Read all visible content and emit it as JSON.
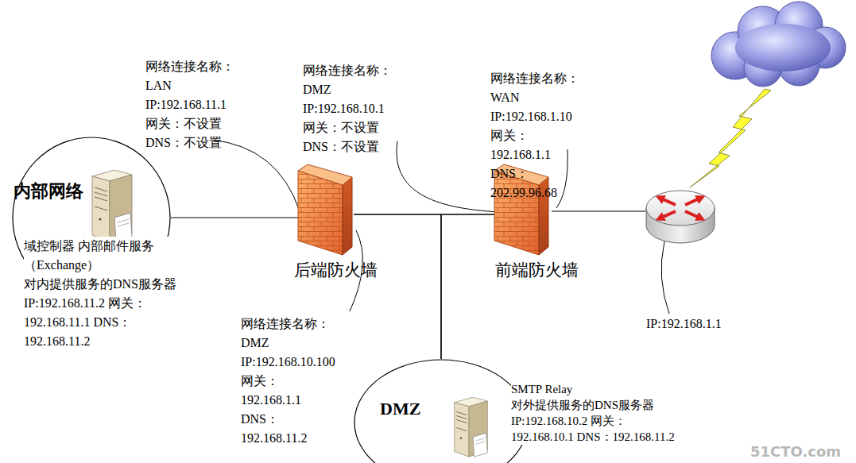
{
  "diagram": {
    "nodes": [
      {
        "text": [
          "内部网络",
          "域控制器 内部邮件服务（Exchange） 对内提供服务的DNS服务器 IP:192.168.11.2 网关：192.168.11.1 DNS：192.168.11.2"
        ]
      },
      {
        "text": [
          "后端防火墙"
        ]
      },
      {
        "text": [
          "前端防火墙"
        ]
      },
      {
        "text": [
          "IP:192.168.1.1"
        ]
      },
      {
        "text": [
          "DMZ",
          "SMTP Relay 对外提供服务的DNS服务器 IP:192.168.10.2 网关：192.168.10.1 DNS：192.168.11.2"
        ]
      }
    ],
    "edges": [
      {
        "from": 0,
        "to": 1,
        "arrow": "none"
      },
      {
        "from": 1,
        "to": 2,
        "arrow": "none"
      },
      {
        "from": 2,
        "to": 3,
        "arrow": "none"
      },
      {
        "from": 4,
        "to": 1,
        "arrow": "none"
      },
      {
        "from": 4,
        "to": 2,
        "arrow": "none"
      }
    ],
    "labels": [
      "网络连接名称：LAN IP:192.168.11.1 网关：不设置 DNS：不设置",
      "网络连接名称：DMZ IP:192.168.10.1 网关：不设置 DNS：不设置",
      "网络连接名称：WAN IP:192.168.1.10 网关：192.168.1.1 DNS：202.99.96.68",
      "网络连接名称：DMZ IP:192.168.10.100 网关：192.168.1.1 DNS：192.168.11.2",
      "51CTO.com"
    ]
  }
}
